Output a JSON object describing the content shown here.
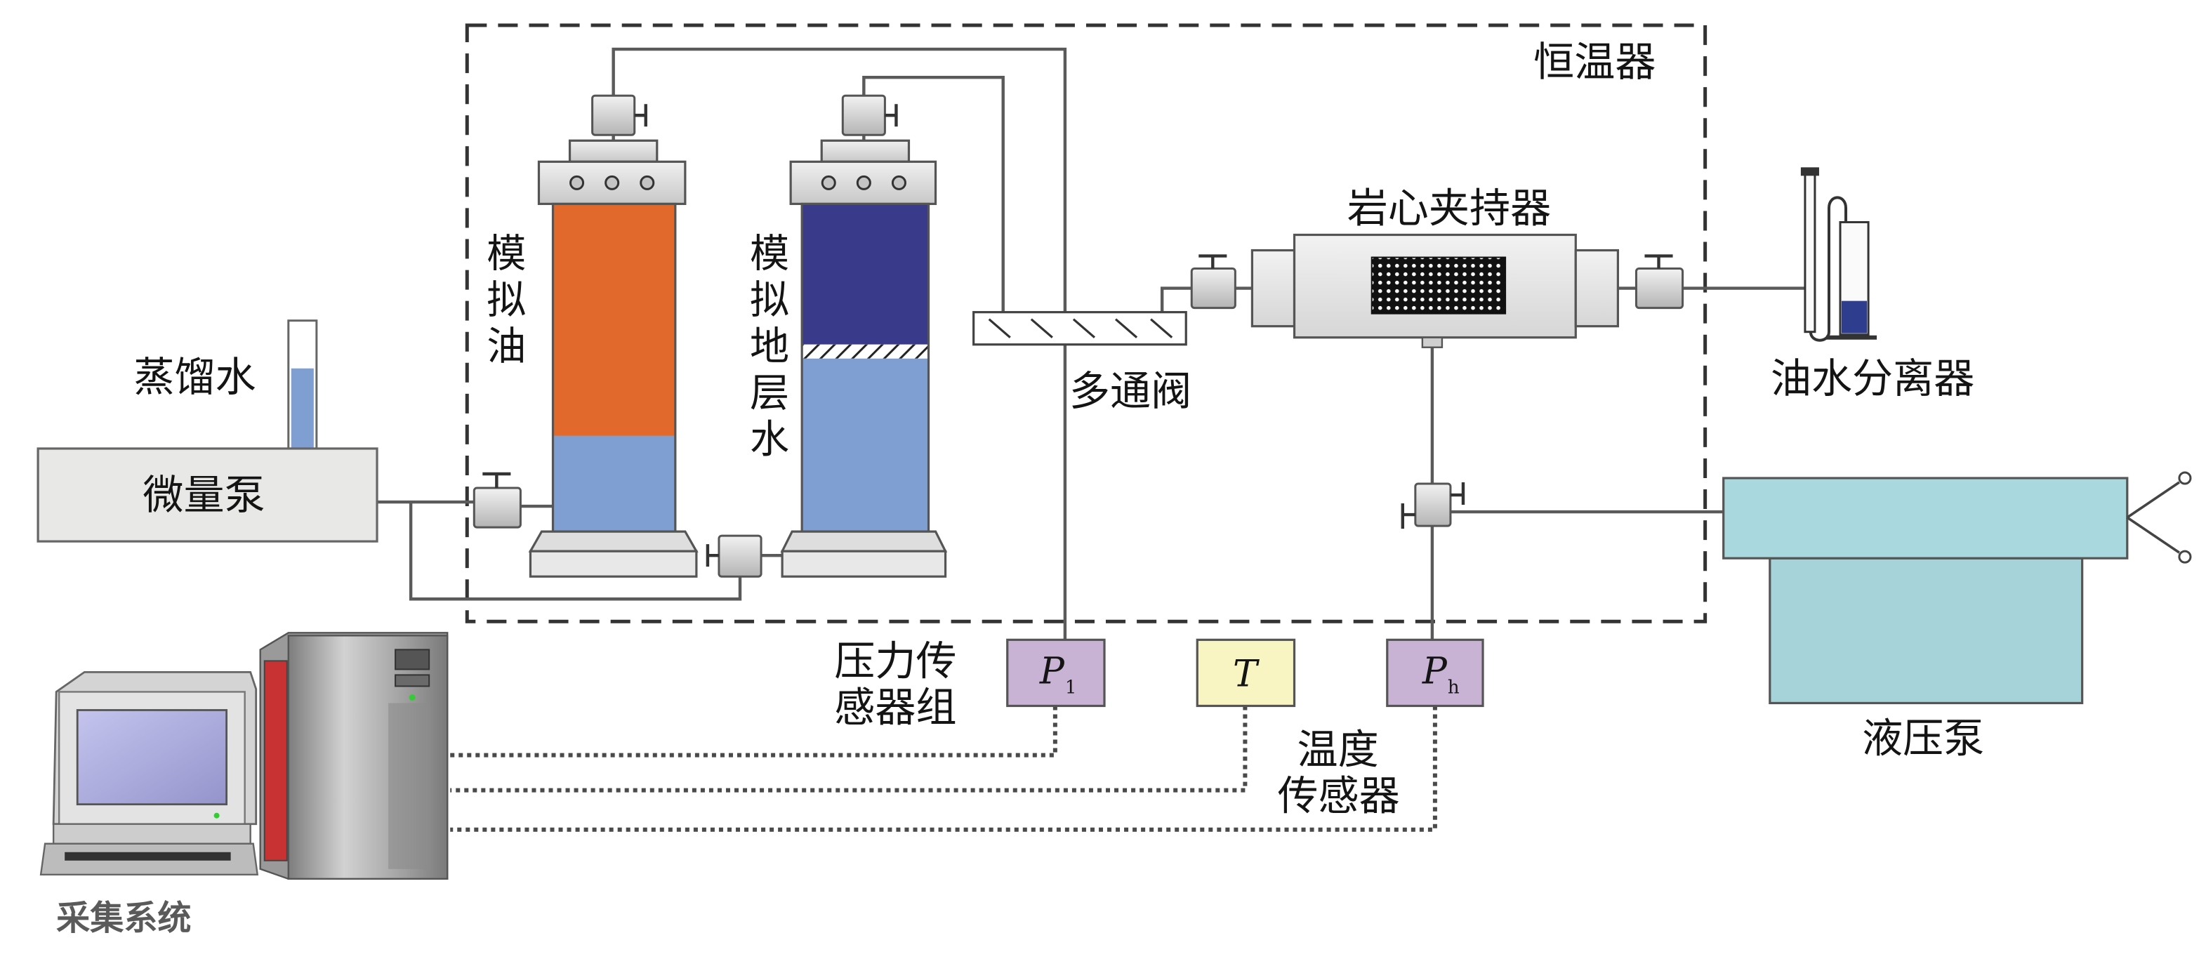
{
  "diagram": {
    "thermostat_label": "恒温器",
    "micro_pump_label": "微量泵",
    "distilled_water_label": "蒸馏水",
    "simulated_oil_label": "模拟油",
    "simulated_formation_water_label": "模拟地层水",
    "multiway_valve_label": "多通阀",
    "core_holder_label": "岩心夹持器",
    "oil_water_separator_label": "油水分离器",
    "hydraulic_pump_label": "液压泵",
    "pressure_sensor_group_label": [
      "压力传",
      "感器组"
    ],
    "temperature_sensor_label": [
      "温度",
      "传感器"
    ],
    "acquisition_system_label": "采集系统"
  },
  "sensors": {
    "p1": {
      "symbol": "P",
      "subscript": "1"
    },
    "t": {
      "symbol": "T"
    },
    "ph": {
      "symbol": "P",
      "subscript": "h"
    }
  },
  "colors": {
    "oil": "#e0692b",
    "water_light": "#7f9fd2",
    "water_dark": "#3a3a8a",
    "pressure_sensor": "#c9b3d4",
    "temperature_sensor": "#f8f5c2",
    "hydraulic_pump_top": "#a9d9df",
    "hydraulic_pump_body": "#a6d2d9",
    "tower_side": "#c93232",
    "screen": "#a9a9dc",
    "separator_liquid": "#2f3d8e"
  }
}
